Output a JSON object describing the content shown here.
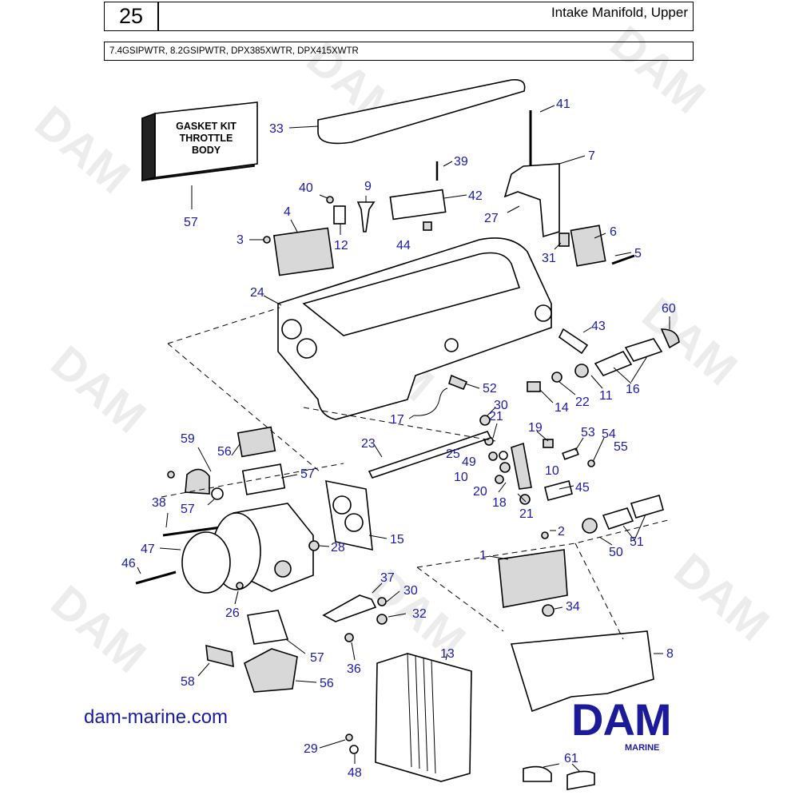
{
  "header": {
    "page_number": "25",
    "title": "Intake Manifold, Upper",
    "models": "7.4GSIPWTR, 8.2GSIPWTR, DPX385XWTR, DPX415XWTR"
  },
  "gasket_box": {
    "line1": "GASKET KIT",
    "line2": "THROTTLE",
    "line3": "BODY"
  },
  "watermark": "DAM",
  "callouts": {
    "c41": "41",
    "c33": "33",
    "c7": "7",
    "c39": "39",
    "c40": "40",
    "c9": "9",
    "c42": "42",
    "c57a": "57",
    "c4": "4",
    "c27": "27",
    "c6": "6",
    "c3": "3",
    "c12": "12",
    "c44": "44",
    "c31": "31",
    "c5": "5",
    "c24": "24",
    "c60": "60",
    "c43": "43",
    "c52": "52",
    "c11": "11",
    "c16": "16",
    "c22": "22",
    "c14": "14",
    "c30a": "30",
    "c17": "17",
    "c21a": "21",
    "c19": "19",
    "c53": "53",
    "c54": "54",
    "c55": "55",
    "c59": "59",
    "c56a": "56",
    "c23": "23",
    "c25": "25",
    "c49": "49",
    "c57b": "57",
    "c10a": "10",
    "c10b": "10",
    "c20": "20",
    "c18": "18",
    "c45": "45",
    "c38": "38",
    "c57c": "57",
    "c15": "15",
    "c21b": "21",
    "c2": "2",
    "c50": "50",
    "c51": "51",
    "c47": "47",
    "c28": "28",
    "c1": "1",
    "c46": "46",
    "c37": "37",
    "c30b": "30",
    "c34": "34",
    "c26": "26",
    "c32": "32",
    "c8": "8",
    "c57d": "57",
    "c36": "36",
    "c13": "13",
    "c58": "58",
    "c56b": "56",
    "c29": "29",
    "c48": "48",
    "c61": "61"
  },
  "footer": {
    "website": "dam-marine.com",
    "logo": "DAM",
    "logo_sub": "MARINE",
    "brand_color": "#1a1a9a"
  }
}
